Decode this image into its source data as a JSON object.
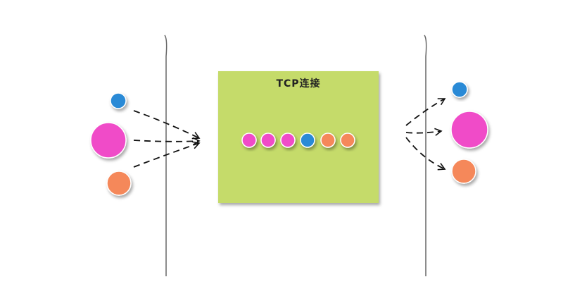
{
  "box": {
    "title": "TCP连接",
    "fill": "#c5db6a"
  },
  "colors": {
    "pink": "#f04bc8",
    "blue": "#2a8ad6",
    "orange": "#f5885a"
  },
  "queue": [
    "pink",
    "pink",
    "pink",
    "blue",
    "orange",
    "orange"
  ],
  "left_packets": [
    "blue",
    "pink",
    "orange"
  ],
  "right_packets": [
    "blue",
    "pink",
    "orange"
  ]
}
